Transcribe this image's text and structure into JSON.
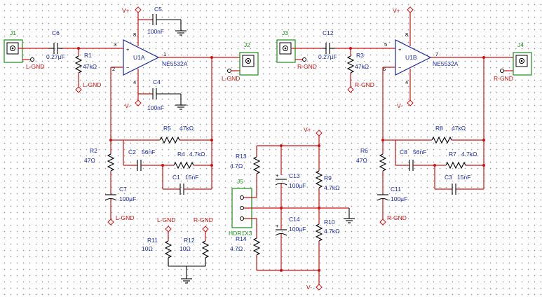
{
  "schematic": {
    "left_channel": {
      "input_jack": {
        "ref": "J1",
        "net": "L-GND"
      },
      "input_cap": {
        "ref": "C6",
        "value": "0.27µF"
      },
      "input_res": {
        "ref": "R1",
        "value": "47kΩ",
        "net": "L-GND"
      },
      "opamp": {
        "ref": "U1A",
        "part": "NE5532A",
        "pin_noninv": "3",
        "pin_inv": "2",
        "pin_out": "1",
        "pin_vplus": "8",
        "pin_vminus": "4"
      },
      "supply_cap_pos": {
        "ref": "C5",
        "value": "100nF",
        "rail": "V+"
      },
      "supply_cap_neg": {
        "ref": "C4",
        "value": "100nF",
        "rail": "V-"
      },
      "output_jack": {
        "ref": "J2",
        "net": "L-GND"
      },
      "feedback_res": {
        "ref": "R5",
        "value": "47kΩ"
      },
      "gain_res": {
        "ref": "R2",
        "value": "47Ω"
      },
      "cap_c2": {
        "ref": "C2",
        "value": "56nF"
      },
      "res_r4": {
        "ref": "R4",
        "value": "4.7kΩ"
      },
      "cap_c1": {
        "ref": "C1",
        "value": "15nF"
      },
      "cap_c7": {
        "ref": "C7",
        "value": "100µF",
        "net": "L-GND"
      }
    },
    "right_channel": {
      "input_jack": {
        "ref": "J3",
        "net": "R-GND"
      },
      "input_cap": {
        "ref": "C12",
        "value": "0.27µF"
      },
      "input_res": {
        "ref": "R3",
        "value": "47kΩ",
        "net": "R-GND"
      },
      "opamp": {
        "ref": "U1B",
        "part": "NE5532A",
        "pin_noninv": "5",
        "pin_inv": "6",
        "pin_out": "7",
        "pin_vplus": "8",
        "pin_vminus": "4"
      },
      "rail_pos": "V+",
      "rail_neg": "V-",
      "output_jack": {
        "ref": "J4",
        "net": "R-GND"
      },
      "feedback_res": {
        "ref": "R8",
        "value": "47kΩ"
      },
      "gain_res": {
        "ref": "R6",
        "value": "47Ω"
      },
      "cap_c8": {
        "ref": "C8",
        "value": "56nF"
      },
      "res_r7": {
        "ref": "R7",
        "value": "4.7kΩ"
      },
      "cap_c3": {
        "ref": "C3",
        "value": "15nF"
      },
      "cap_c11": {
        "ref": "C11",
        "value": "100µF",
        "net": "R-GND"
      }
    },
    "ground_links": {
      "net_left": "L-GND",
      "net_right": "R-GND",
      "res_r11": {
        "ref": "R11",
        "value": "10Ω"
      },
      "res_r12": {
        "ref": "R12",
        "value": "10Ω"
      }
    },
    "power_supply": {
      "header": {
        "ref": "J5",
        "part": "HDR1X3"
      },
      "rail_pos": "V+",
      "rail_neg": "V-",
      "res_r13": {
        "ref": "R13",
        "value": "4.7Ω"
      },
      "res_r14": {
        "ref": "R14",
        "value": "4.7Ω"
      },
      "cap_c13": {
        "ref": "C13",
        "value": "100µF"
      },
      "cap_c14": {
        "ref": "C14",
        "value": "100µF"
      },
      "res_r9": {
        "ref": "R9",
        "value": "4.7kΩ"
      },
      "res_r10": {
        "ref": "R10",
        "value": "4.7kΩ"
      }
    }
  }
}
